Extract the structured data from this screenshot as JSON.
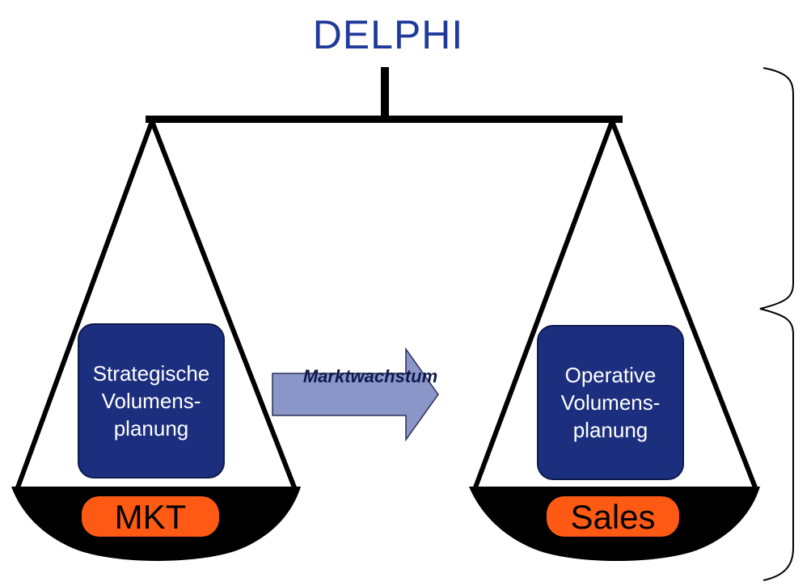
{
  "title": "DELPHI",
  "left_pan": {
    "box_lines": [
      "Strategische",
      "Volumens-",
      "planung"
    ],
    "tag": "MKT"
  },
  "right_pan": {
    "box_lines": [
      "Operative",
      "Volumens-",
      "planung"
    ],
    "tag": "Sales"
  },
  "arrow": {
    "label": "Marktwachstum"
  },
  "colors": {
    "title": "#1f3a9a",
    "box_fill": "#1c2f7f",
    "tag_fill": "#ff5a14",
    "arrow_fill": "#8a95c8"
  }
}
